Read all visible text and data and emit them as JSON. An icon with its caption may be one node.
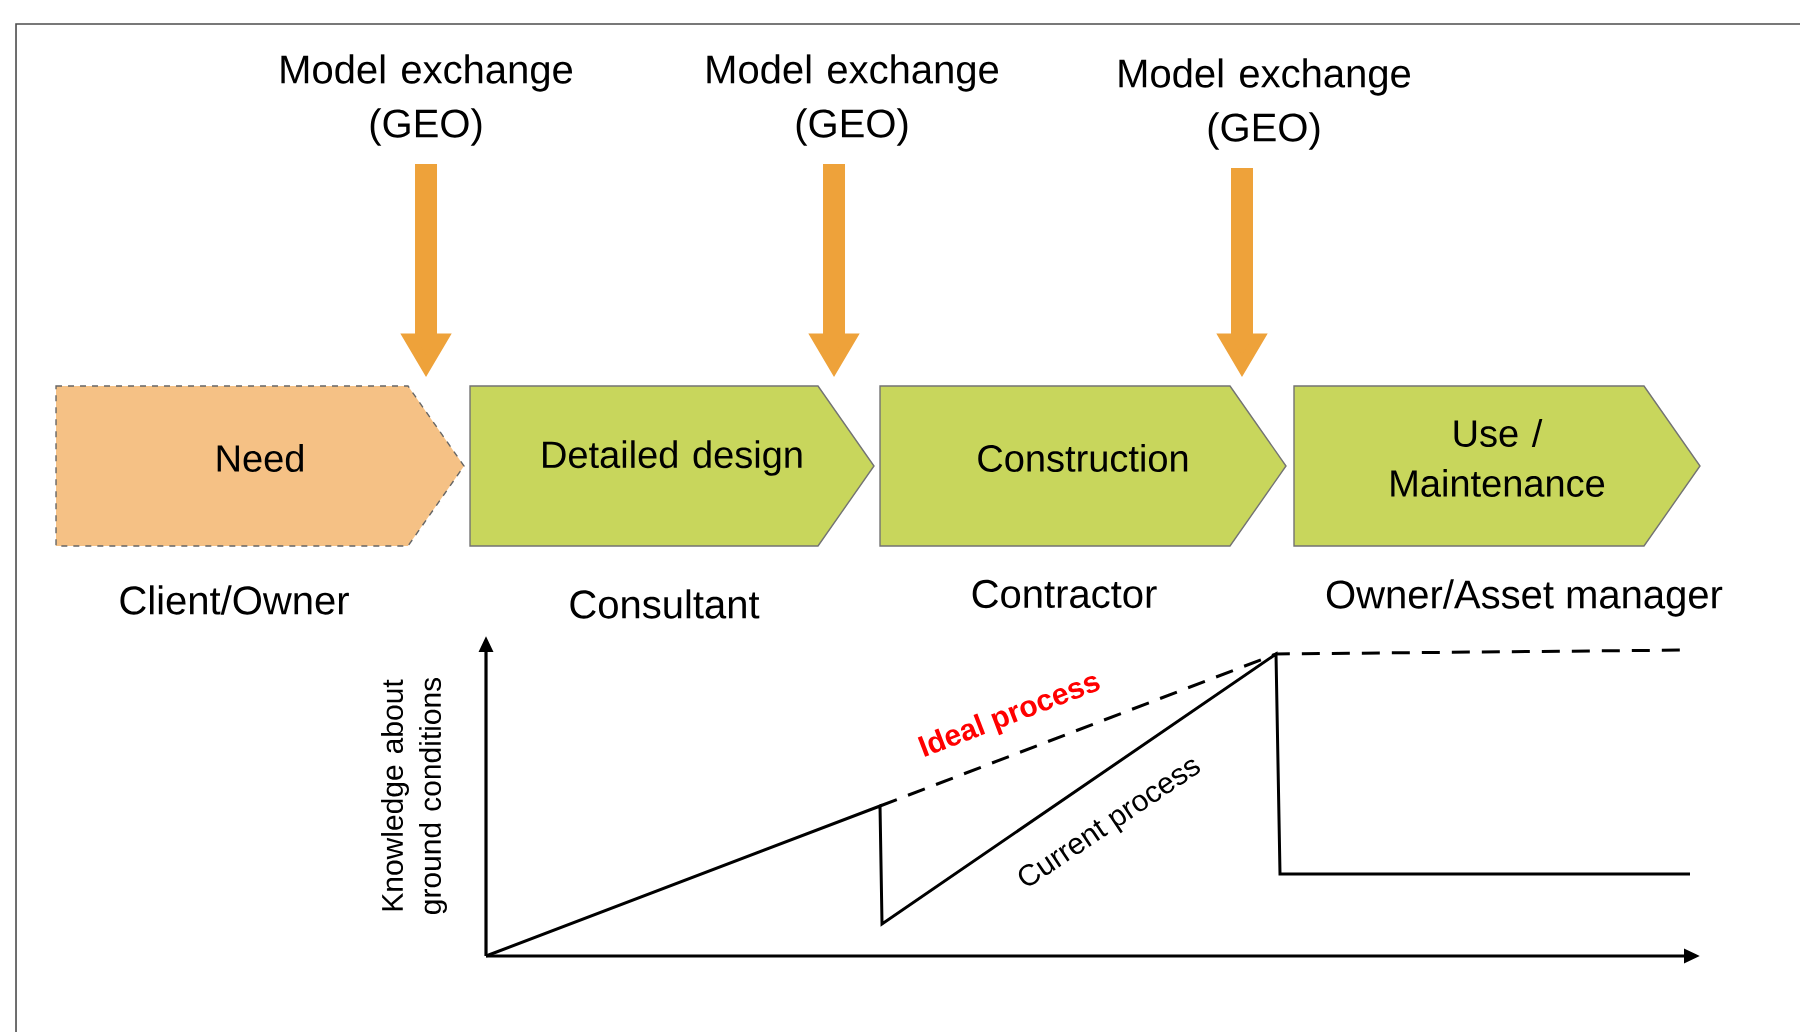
{
  "diagram": {
    "nodes": [
      {
        "text": [
          "Need"
        ],
        "beside": [
          "Client/Owner"
        ]
      },
      {
        "text": [
          "Detailed design"
        ],
        "beside": [
          "Consultant"
        ]
      },
      {
        "text": [
          "Construction"
        ],
        "beside": [
          "Contractor"
        ]
      },
      {
        "text": [
          "Use / Maintenance"
        ],
        "beside": [
          "Owner/Asset manager"
        ]
      },
      {
        "text": [
          "Model exchange (GEO)"
        ]
      },
      {
        "text": [
          "Model exchange (GEO)"
        ]
      },
      {
        "text": [
          "Model exchange (GEO)"
        ]
      }
    ],
    "edges": [
      {
        "from": 4,
        "to": 0,
        "arrow": "to"
      },
      {
        "from": 5,
        "to": 1,
        "arrow": "to"
      },
      {
        "from": 6,
        "to": 2,
        "arrow": "to"
      }
    ],
    "labels": [
      "Knowledge about ground conditions",
      "Ideal process",
      "Current process"
    ]
  }
}
